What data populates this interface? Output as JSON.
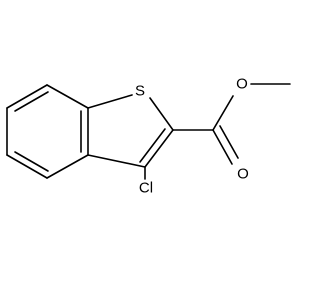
{
  "molecule": {
    "atoms": {
      "sulfur": "S",
      "carbonyl_oxygen": "O",
      "ester_oxygen": "O",
      "chlorine": "Cl"
    }
  },
  "colors": {
    "bond": "#000000",
    "background": "#ffffff"
  }
}
